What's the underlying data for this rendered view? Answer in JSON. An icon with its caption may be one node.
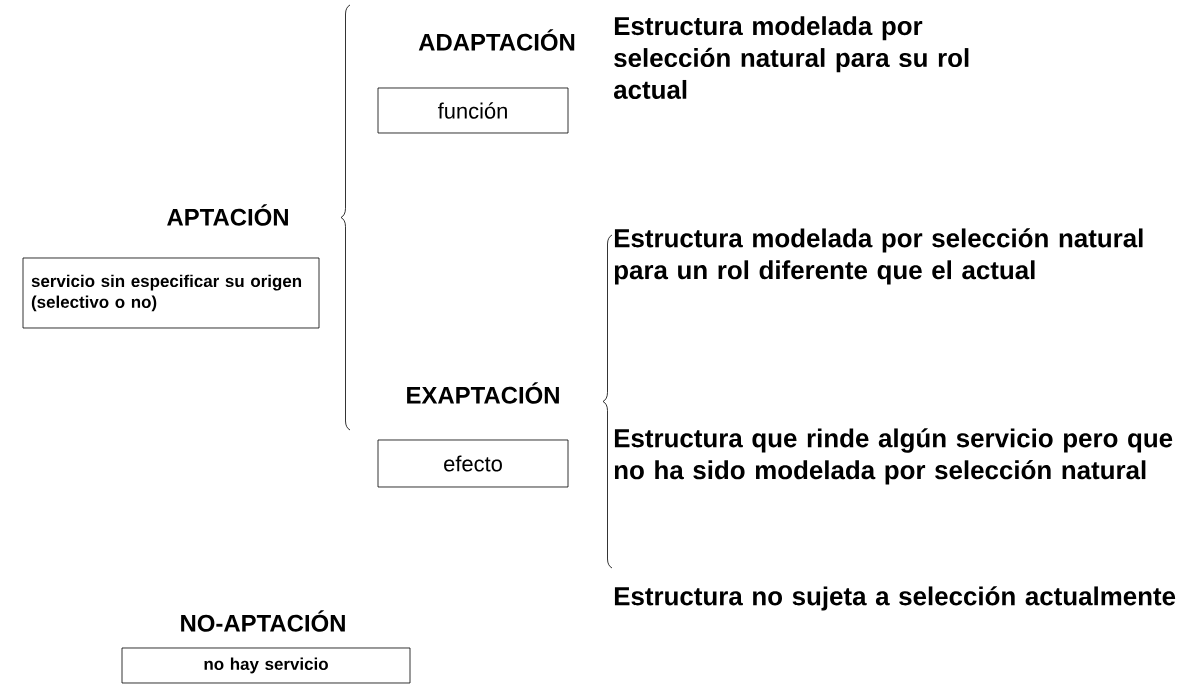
{
  "diagram": {
    "nodes": [
      {
        "text": [
          "APTACIÓN",
          "servicio sin especificar su origen (selectivo o no)"
        ]
      },
      {
        "text": [
          "ADAPTACIÓN",
          "función"
        ]
      },
      {
        "text": [
          "EXAPTACIÓN",
          "efecto"
        ]
      },
      {
        "text": [
          "NO-APTACIÓN",
          "no hay servicio"
        ]
      }
    ],
    "labels": [
      "Estructura modelada por selección natural para su rol actual",
      "Estructura modelada por selección natural para un rol diferente que el actual",
      "Estructura que rinde algún servicio pero que no ha sido modelada por selección natural",
      "Estructura no sujeta a selección actualmente"
    ]
  }
}
